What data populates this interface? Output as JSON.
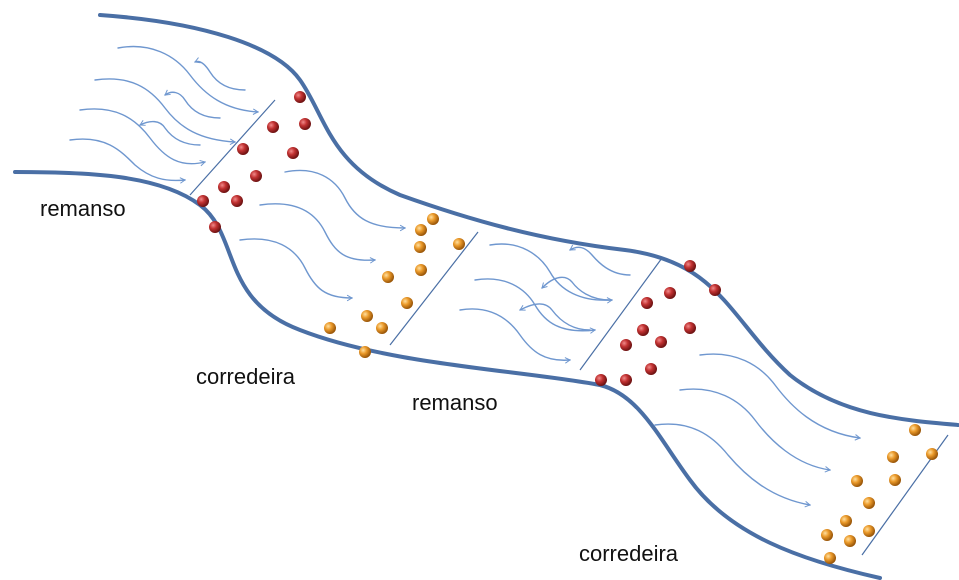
{
  "labels": {
    "remanso_1": "remanso",
    "corredeira_1": "corredeira",
    "remanso_2": "remanso",
    "corredeira_2": "corredeira"
  },
  "colors": {
    "bank": "#4a6fa5",
    "flow_arrow": "#6f97cf",
    "particle_red": "#b02a2a",
    "particle_orange": "#e0901f"
  },
  "particle_groups": [
    {
      "zone": "remanso",
      "color": "red"
    },
    {
      "zone": "corredeira",
      "color": "orange"
    },
    {
      "zone": "remanso",
      "color": "red"
    },
    {
      "zone": "corredeira",
      "color": "orange"
    }
  ]
}
